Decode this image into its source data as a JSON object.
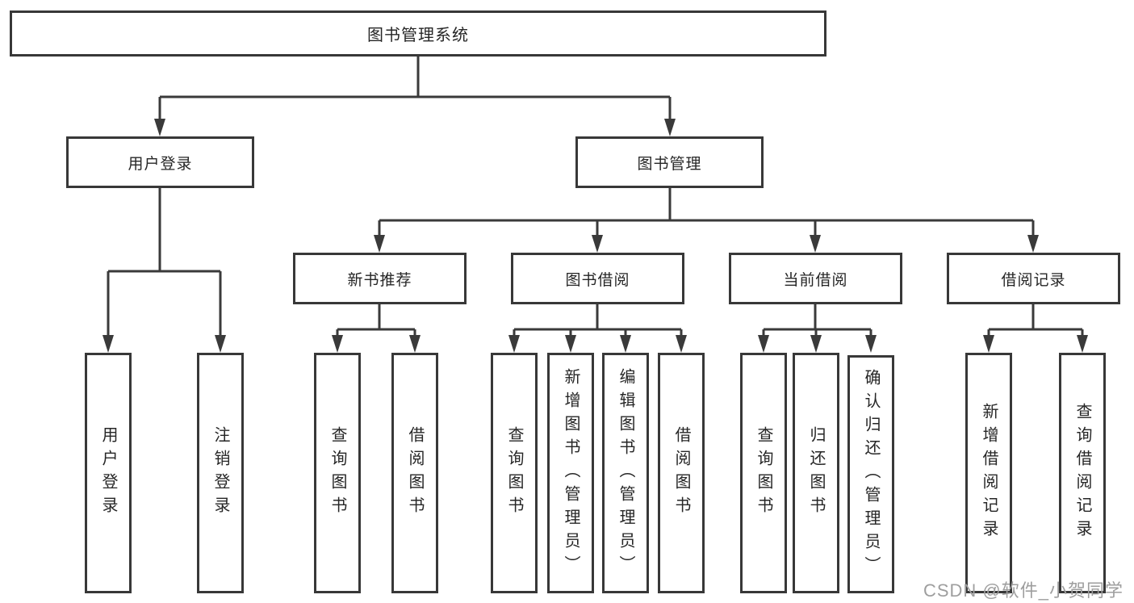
{
  "diagram_title": "图书管理系统",
  "nodes": {
    "root": {
      "label": "图书管理系统"
    },
    "level2": [
      {
        "label": "用户登录"
      },
      {
        "label": "图书管理"
      }
    ],
    "level3": [
      {
        "label": "新书推荐",
        "parent": "图书管理"
      },
      {
        "label": "图书借阅",
        "parent": "图书管理"
      },
      {
        "label": "当前借阅",
        "parent": "图书管理"
      },
      {
        "label": "借阅记录",
        "parent": "图书管理"
      }
    ],
    "leaves": [
      {
        "label": "用户登录",
        "parent": "用户登录"
      },
      {
        "label": "注销登录",
        "parent": "用户登录"
      },
      {
        "label": "查询图书",
        "parent": "新书推荐"
      },
      {
        "label": "借阅图书",
        "parent": "新书推荐"
      },
      {
        "label": "查询图书",
        "parent": "图书借阅"
      },
      {
        "label": "新增图书（管理员）",
        "parent": "图书借阅"
      },
      {
        "label": "编辑图书（管理员）",
        "parent": "图书借阅"
      },
      {
        "label": "借阅图书",
        "parent": "图书借阅"
      },
      {
        "label": "查询图书",
        "parent": "当前借阅"
      },
      {
        "label": "归还图书",
        "parent": "当前借阅"
      },
      {
        "label": "确认归还（管理员）",
        "parent": "当前借阅"
      },
      {
        "label": "新增借阅记录",
        "parent": "借阅记录"
      },
      {
        "label": "查询借阅记录",
        "parent": "借阅记录"
      }
    ]
  },
  "watermark": "CSDN @软件_小贺同学",
  "colors": {
    "line": "#3a3a3a",
    "box_border": "#383838",
    "text": "#262626",
    "watermark": "#9e9e9e",
    "background": "#ffffff"
  }
}
